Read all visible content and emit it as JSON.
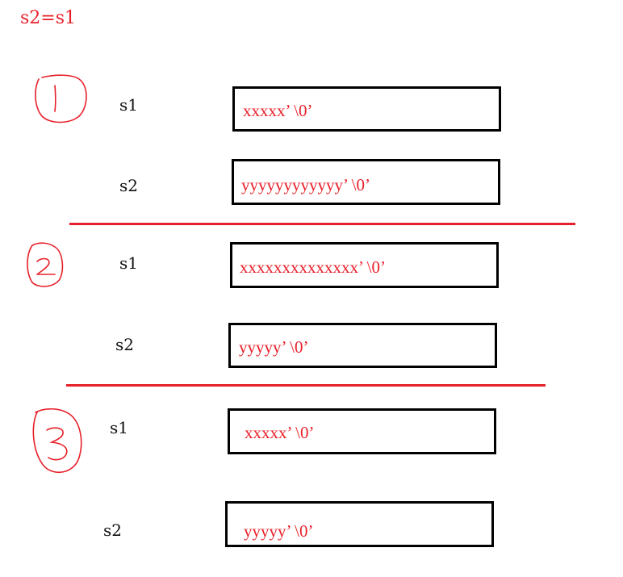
{
  "title": "s2=s1",
  "colors": {
    "accent": "#e8202a",
    "box_border": "#000000",
    "label_text": "#111111"
  },
  "cases": [
    {
      "marker": "1",
      "rows": [
        {
          "label": "s1",
          "content": "xxxxx’ \\0’"
        },
        {
          "label": "s2",
          "content": "yyyyyyyyyyyy’ \\0’"
        }
      ]
    },
    {
      "marker": "2",
      "rows": [
        {
          "label": "s1",
          "content": "xxxxxxxxxxxxxx’ \\0’"
        },
        {
          "label": "s2",
          "content": "yyyyy’ \\0’"
        }
      ]
    },
    {
      "marker": "3",
      "rows": [
        {
          "label": "s1",
          "content": "xxxxx’ \\0’"
        },
        {
          "label": "s2",
          "content": "yyyyy’ \\0’"
        }
      ]
    }
  ]
}
